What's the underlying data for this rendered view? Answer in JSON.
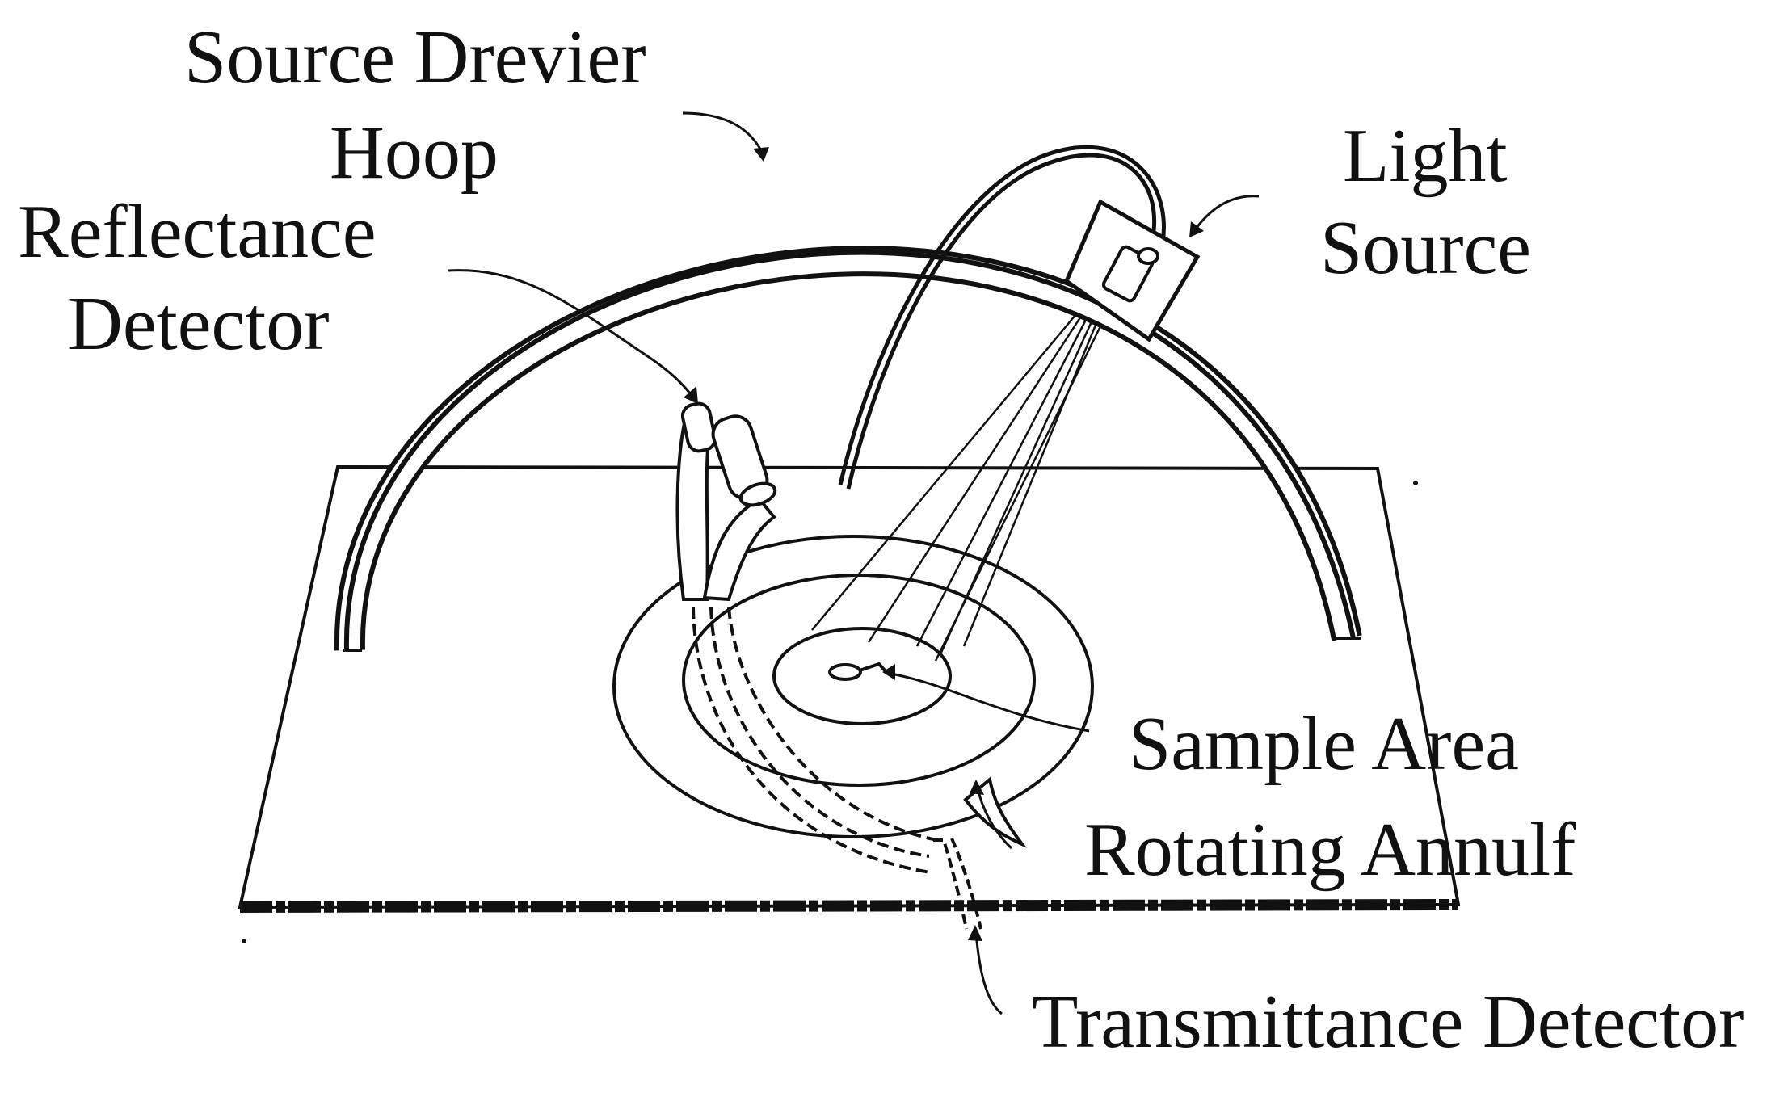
{
  "labels": {
    "source_driver_line1": "Source Drevier",
    "source_driver_line2": "Hoop",
    "reflectance_line1": "Reflectance",
    "reflectance_line2": "Detector",
    "light_line1": "Light",
    "light_line2": "Source",
    "sample_area": "Sample Area",
    "rotating_annulus": "Rotating Annulf",
    "transmittance": "Transmittance Detector"
  },
  "colors": {
    "ink": "#111111",
    "background": "#ffffff"
  }
}
